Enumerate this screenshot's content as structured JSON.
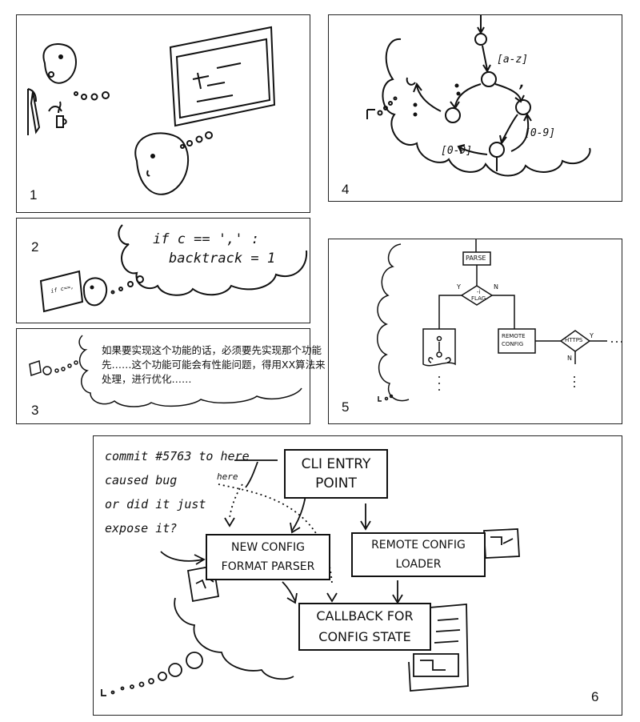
{
  "panels": {
    "p1": {
      "number": "1"
    },
    "p2": {
      "number": "2",
      "code_line1": "if c == ',' :",
      "code_line2": "backtrack = 1",
      "screen_text": "if c==,"
    },
    "p3": {
      "number": "3",
      "thought": "如果要实现这个功能的话，必须要先实现那个功能先……这个功能可能会有性能问题，得用XX算法来处理，进行优化……"
    },
    "p4": {
      "number": "4",
      "edge_az": "[a-z]",
      "edge_09_right": "[0-9]",
      "edge_09_left": "[0-9]",
      "comma": ",",
      "colon": ":"
    },
    "p5": {
      "number": "5",
      "parse": "PARSE",
      "flag": "-i\nFLAG",
      "yes": "Y",
      "no": "N",
      "remote_config": "REMOTE\nCONFIG",
      "https": "HTTPS",
      "yes2": "Y",
      "no2": "N"
    },
    "p6": {
      "number": "6",
      "note_line1": "commit #5763 to here",
      "note_line2": "caused bug",
      "note_line3": "or did it just",
      "note_line4": "expose it?",
      "here_label": "here",
      "cli_entry": "CLI ENTRY\nPOINT",
      "new_config": "NEW CONFIG\nFORMAT PARSER",
      "remote_loader": "REMOTE CONFIG\nLOADER",
      "callback": "CALLBACK FOR\nCONFIG STATE"
    }
  }
}
